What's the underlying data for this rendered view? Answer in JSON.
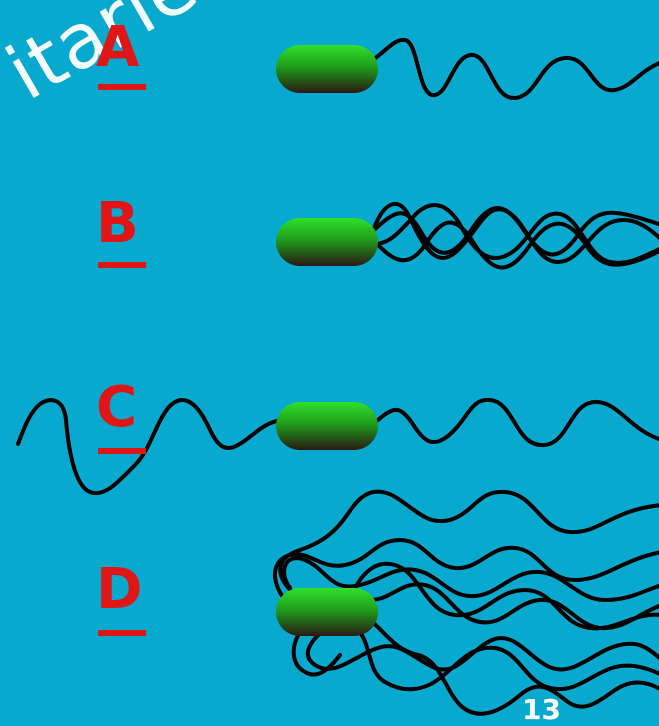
{
  "watermark": "itarie.it",
  "labels": {
    "a": "A",
    "b": "B",
    "c": "C",
    "d": "D"
  },
  "page_number": "13",
  "colors": {
    "background": "#08a9cf",
    "label": "#e01515",
    "cell_top": "#24d320",
    "cell_bottom": "#2a1a14",
    "flagellum": "#000000"
  },
  "diagrams": [
    {
      "label": "A",
      "flagella_arrangement": "monotrichous"
    },
    {
      "label": "B",
      "flagella_arrangement": "lophotrichous"
    },
    {
      "label": "C",
      "flagella_arrangement": "amphitrichous"
    },
    {
      "label": "D",
      "flagella_arrangement": "peritrichous"
    }
  ]
}
